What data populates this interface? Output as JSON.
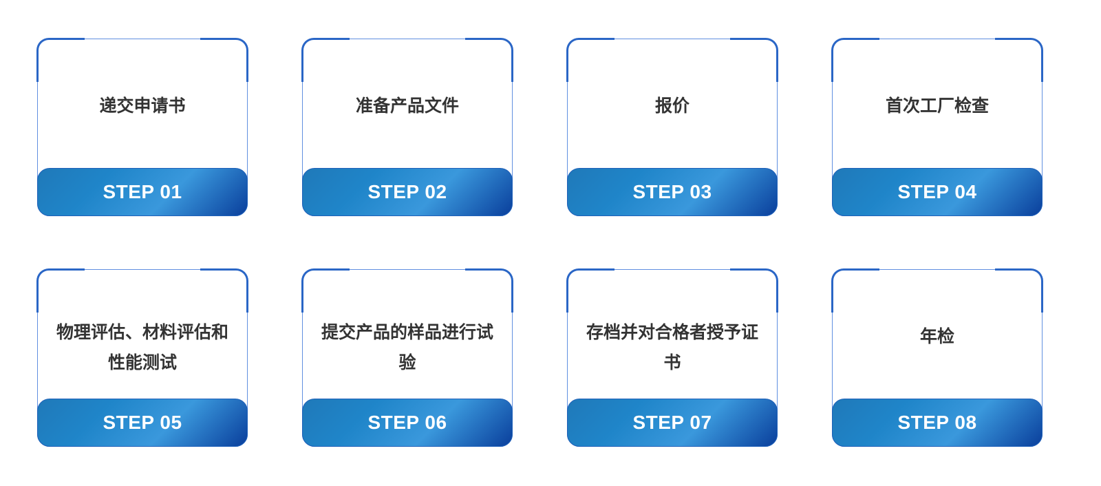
{
  "steps": [
    {
      "label": "递交申请书",
      "step": "STEP 01"
    },
    {
      "label": "准备产品文件",
      "step": "STEP 02"
    },
    {
      "label": "报价",
      "step": "STEP 03"
    },
    {
      "label": "首次工厂检查",
      "step": "STEP 04"
    },
    {
      "label": "物理评估、材料评估和性能测试",
      "step": "STEP 05"
    },
    {
      "label": "提交产品的样品进行试验",
      "step": "STEP 06"
    },
    {
      "label": "存档并对合格者授予证书",
      "step": "STEP 07"
    },
    {
      "label": "年检",
      "step": "STEP 08"
    }
  ],
  "colors": {
    "frame": "#5f8fe0",
    "accent": "#2a66c6",
    "band_start": "#1f79b9",
    "band_end": "#0a3f9c",
    "text": "#333333"
  }
}
